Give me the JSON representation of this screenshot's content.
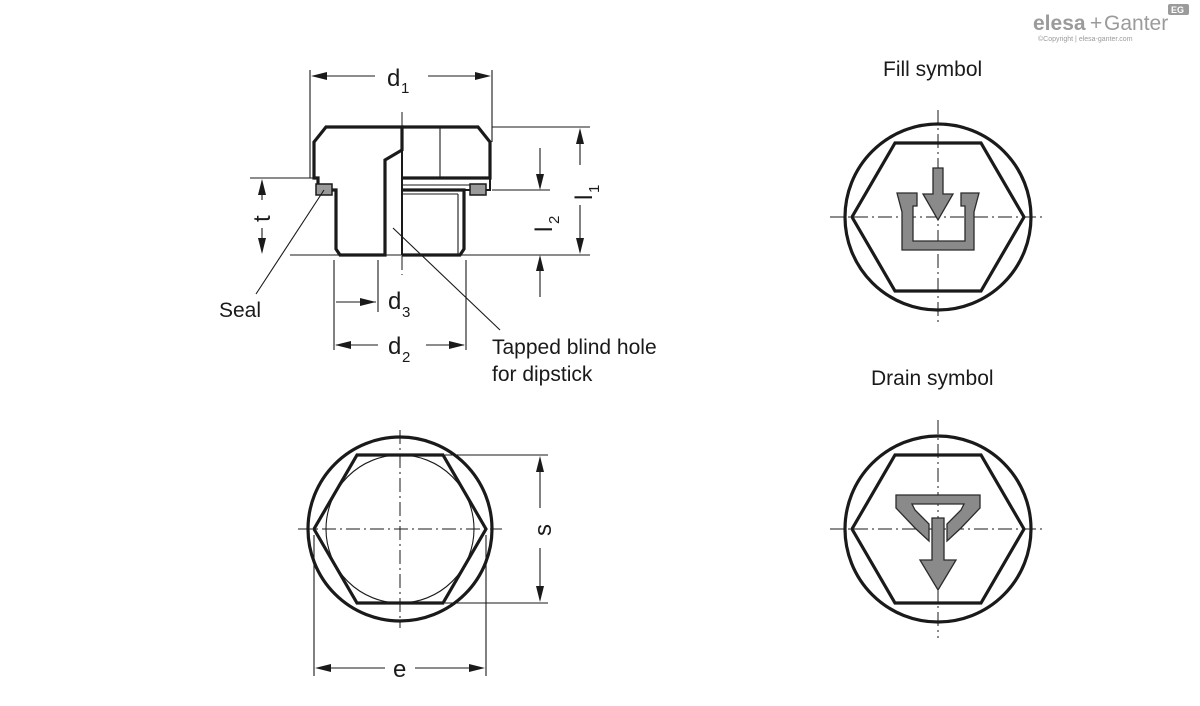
{
  "brand": {
    "logo_name": "elesa",
    "logo_plus": "+",
    "logo_partner": "Ganter",
    "badge": "EG",
    "copyright": "©Copyright | elesa-ganter.com"
  },
  "labels": {
    "d1": "d",
    "d1_sub": "1",
    "d2": "d",
    "d2_sub": "2",
    "d3": "d",
    "d3_sub": "3",
    "l1": "l",
    "l1_sub": "1",
    "l2": "l",
    "l2_sub": "2",
    "t": "t",
    "s": "s",
    "e": "e",
    "seal": "Seal",
    "tapped_line1": "Tapped blind hole",
    "tapped_line2": "for dipstick"
  },
  "symbols": {
    "fill_title": "Fill symbol",
    "drain_title": "Drain symbol"
  },
  "colors": {
    "line": "#1a1a1a",
    "symbol_fill": "#8a8a8a",
    "logo": "#9b9b9b"
  },
  "icons": [
    "fill-arrow-icon",
    "drain-arrow-icon",
    "elesa-ganter-logo"
  ]
}
